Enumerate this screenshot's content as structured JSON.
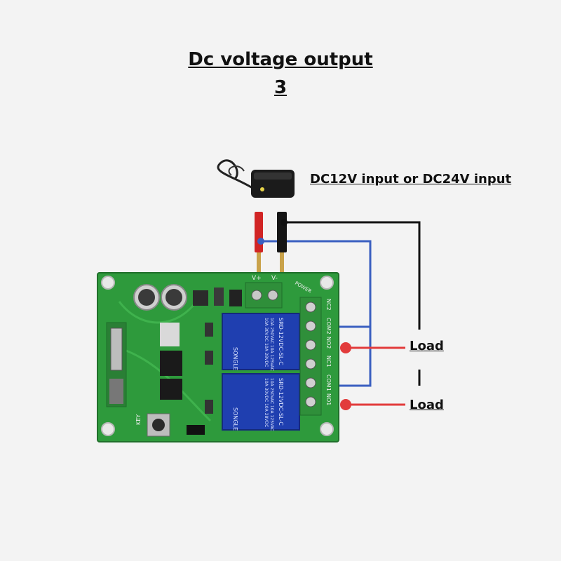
{
  "title": {
    "line1": "Dc voltage output",
    "line2": "3"
  },
  "input_label": "DC12V input or DC24V input",
  "loads": [
    "Load",
    "Load"
  ],
  "board": {
    "terminal_pins": [
      "NC2",
      "COM2",
      "NO2",
      "NC1",
      "COM1",
      "NO1"
    ],
    "power_marks": [
      "V+",
      "V-"
    ],
    "power_text": "POWER",
    "key_text": "KEY",
    "relay_model": "SRD-12VDC-SL-C",
    "relay_brand": "SONGLE",
    "relay_spec": [
      "10A 250VAC  10A 125VAC",
      "10A 30VDC   10A 28VDC"
    ]
  },
  "colors": {
    "board": "#2e9a3c",
    "relay": "#1f3fb0",
    "wire_red": "#e23b3b",
    "wire_blue": "#3a5fc0",
    "wire_black": "#111111"
  }
}
